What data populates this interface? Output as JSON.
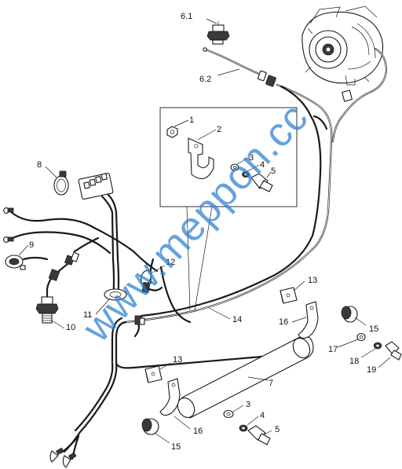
{
  "callouts": {
    "c1": "1",
    "c2": "2",
    "c3a": "3",
    "c4a": "4",
    "c5a": "5",
    "c6_1": "6.1",
    "c6_2": "6.2",
    "c7": "7",
    "c8": "8",
    "c9": "9",
    "c10": "10",
    "c11": "11",
    "c12": "12",
    "c13a": "13",
    "c13b": "13",
    "c14": "14",
    "c15a": "15",
    "c15b": "15",
    "c16a": "16",
    "c16b": "16",
    "c17": "17",
    "c18": "18",
    "c19": "19",
    "c3b": "3",
    "c4b": "4",
    "c5b": "5"
  },
  "watermark": "www.meppon.cc",
  "colors": {
    "line": "#1a1a1a",
    "watermark": "#2a7fd0",
    "background": "#ffffff"
  }
}
